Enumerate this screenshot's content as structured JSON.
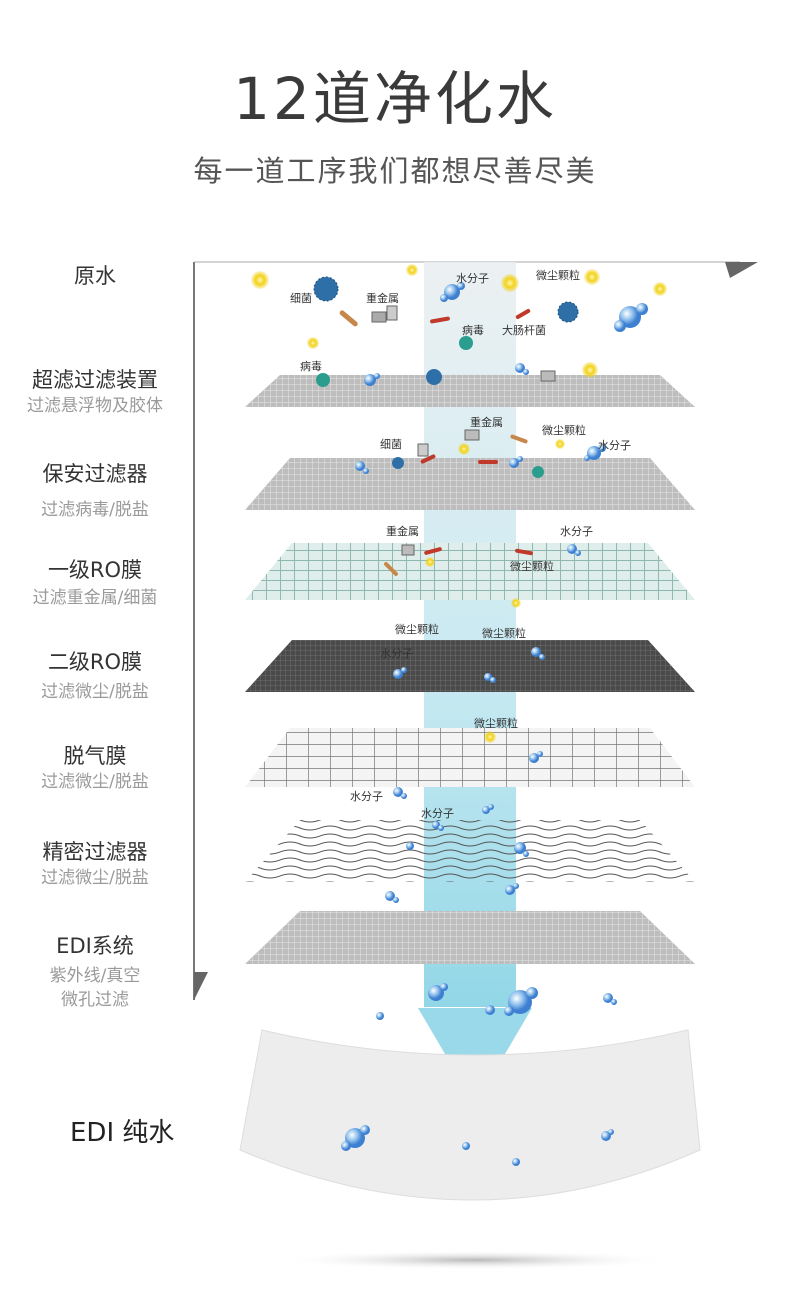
{
  "header": {
    "title": "12道净化水",
    "subtitle": "每一道工序我们都想尽善尽美"
  },
  "stages": [
    {
      "name": "原水",
      "desc": ""
    },
    {
      "name": "超滤过滤装置",
      "desc": "过滤悬浮物及胶体"
    },
    {
      "name": "保安过滤器",
      "desc": "过滤病毒/脱盐"
    },
    {
      "name": "一级RO膜",
      "desc": "过滤重金属/细菌"
    },
    {
      "name": "二级RO膜",
      "desc": "过滤微尘/脱盐"
    },
    {
      "name": "脱气膜",
      "desc": "过滤微尘/脱盐"
    },
    {
      "name": "精密过滤器",
      "desc": "过滤微尘/脱盐"
    },
    {
      "name": "EDI系统",
      "desc": "紫外线/真空",
      "desc2": "微孔过滤"
    }
  ],
  "result": "EDI 纯水",
  "particles": {
    "water": "水分子",
    "dust": "微尘颗粒",
    "bacteria": "细菌",
    "heavy_metal": "重金属",
    "virus": "病毒",
    "ecoli": "大肠杆菌"
  },
  "colors": {
    "water_molecule": "#4a90e2",
    "dust": "#f2d21b",
    "bacteria": "#2f6fa8",
    "virus": "#2a9d8f",
    "ecoli": "#c0392b",
    "beam": "#9fd8e8"
  }
}
